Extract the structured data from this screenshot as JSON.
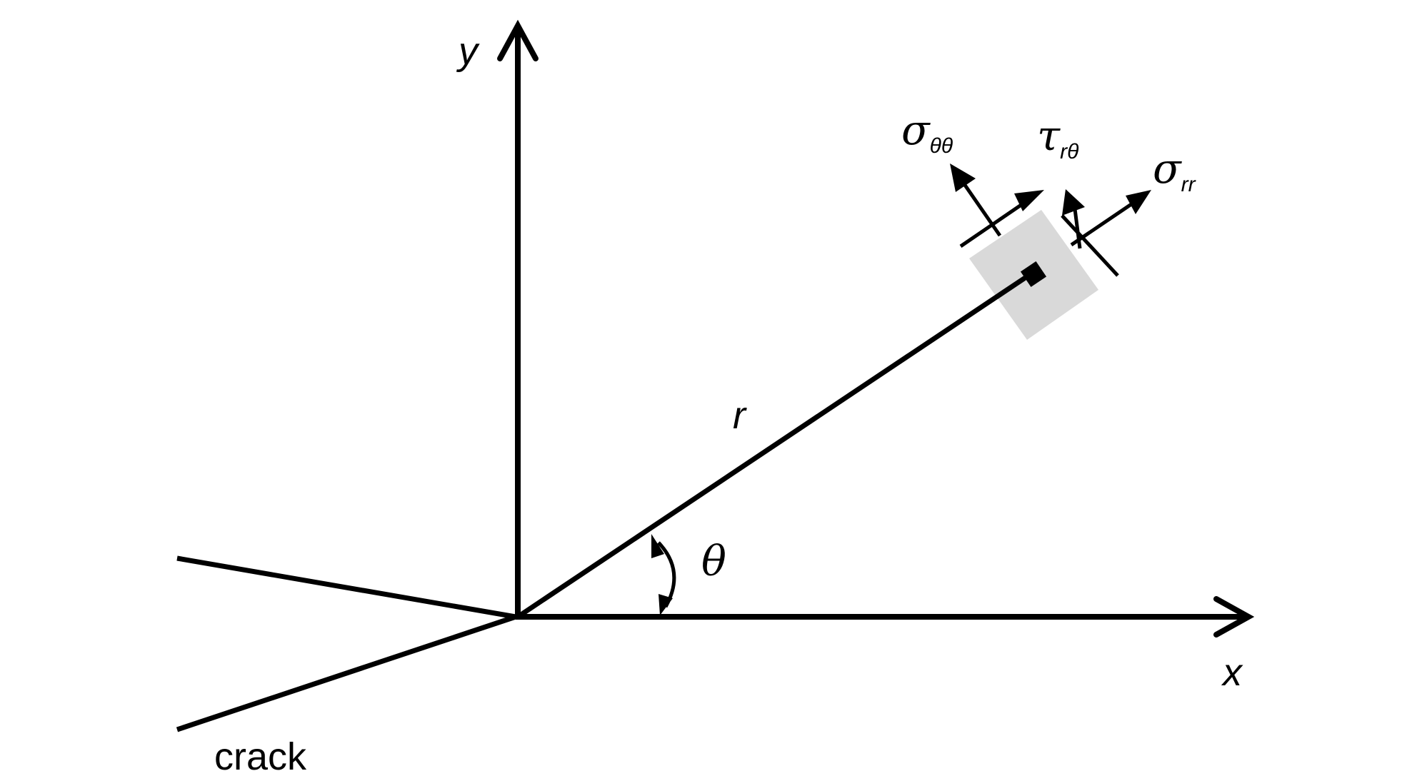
{
  "labels": {
    "y_axis": "y",
    "x_axis": "x",
    "radius": "r",
    "angle": "θ",
    "crack": "crack",
    "sigma_theta_theta": {
      "symbol": "σ",
      "subscript": "θθ"
    },
    "tau_r_theta": {
      "symbol": "τ",
      "subscript": "rθ"
    },
    "sigma_rr": {
      "symbol": "σ",
      "subscript": "rr"
    }
  },
  "colors": {
    "line": "#000000",
    "element": "#d9d9d9",
    "background": "#ffffff"
  }
}
